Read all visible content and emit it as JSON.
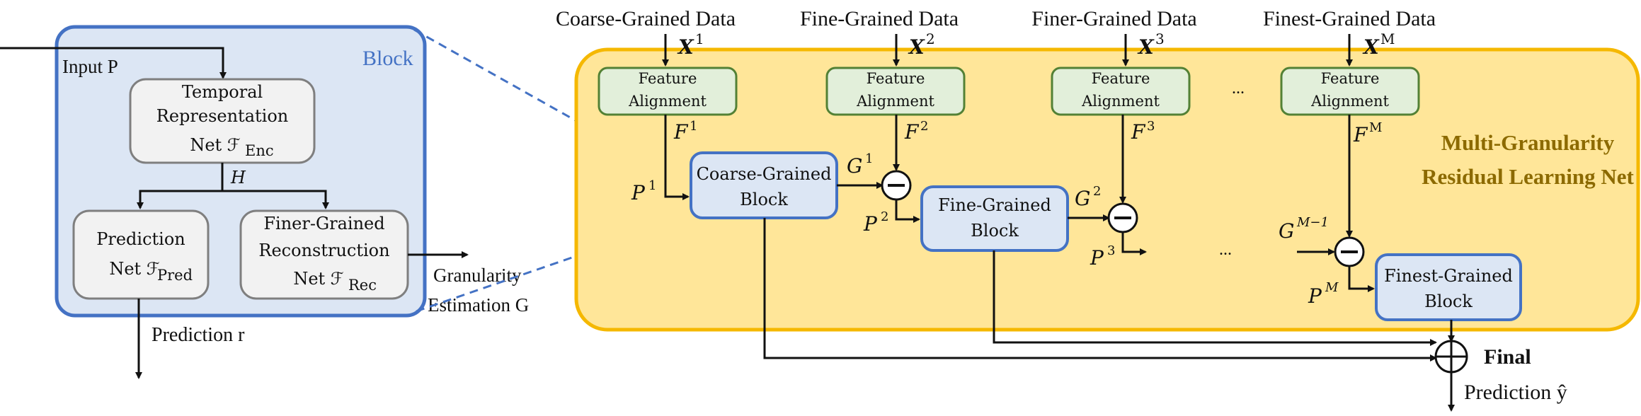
{
  "block_zoom": {
    "title": "Block",
    "input_label": "Input P",
    "temporal_net": [
      "Temporal",
      "Representation",
      "Net ℱ"
    ],
    "temporal_net_sub": "Enc",
    "h_label": "H",
    "prediction_net": [
      "Prediction",
      "Net ℱ"
    ],
    "prediction_net_sub": "Pred",
    "reconstruction_net": [
      "Finer-Grained",
      "Reconstruction",
      "Net ℱ"
    ],
    "reconstruction_net_sub": "Rec",
    "prediction_out": "Prediction r",
    "granularity_out": [
      "Granularity",
      "Estimation G"
    ]
  },
  "main": {
    "net_title": [
      "Multi-Granularity",
      "Residual Learning Net"
    ],
    "data_labels": [
      "Coarse-Grained Data",
      "Fine-Grained Data",
      "Finer-Grained Data",
      "Finest-Grained Data"
    ],
    "x_labels": [
      "X",
      "X",
      "X",
      "X"
    ],
    "x_sups": [
      "1",
      "2",
      "3",
      "M"
    ],
    "feature_alignment": [
      "Feature",
      "Alignment"
    ],
    "f_labels": [
      "F",
      "F",
      "F",
      "F"
    ],
    "f_sups": [
      "1",
      "2",
      "3",
      "M"
    ],
    "g_labels": [
      "G",
      "G",
      "G"
    ],
    "g_sups": [
      "1",
      "2",
      "M−1"
    ],
    "p_labels": [
      "P",
      "P",
      "P",
      "P"
    ],
    "p_sups": [
      "1",
      "2",
      "3",
      "M"
    ],
    "blocks": [
      [
        "Coarse-Grained",
        "Block"
      ],
      [
        "Fine-Grained",
        "Block"
      ],
      [
        "Finest-Grained",
        "Block"
      ]
    ],
    "ellipsis": "...",
    "final_label": [
      "Final",
      "Prediction ŷ"
    ]
  },
  "colors": {
    "blue_border": "#4472C4",
    "blue_fill": "#DCE6F4",
    "yellow_fill": "#FFE699",
    "yellow_border": "#F5B800",
    "green_fill": "#E2EFDA",
    "green_border": "#538135",
    "gray_fill": "#F2F2F2",
    "net_title_color": "#8C6A00"
  }
}
